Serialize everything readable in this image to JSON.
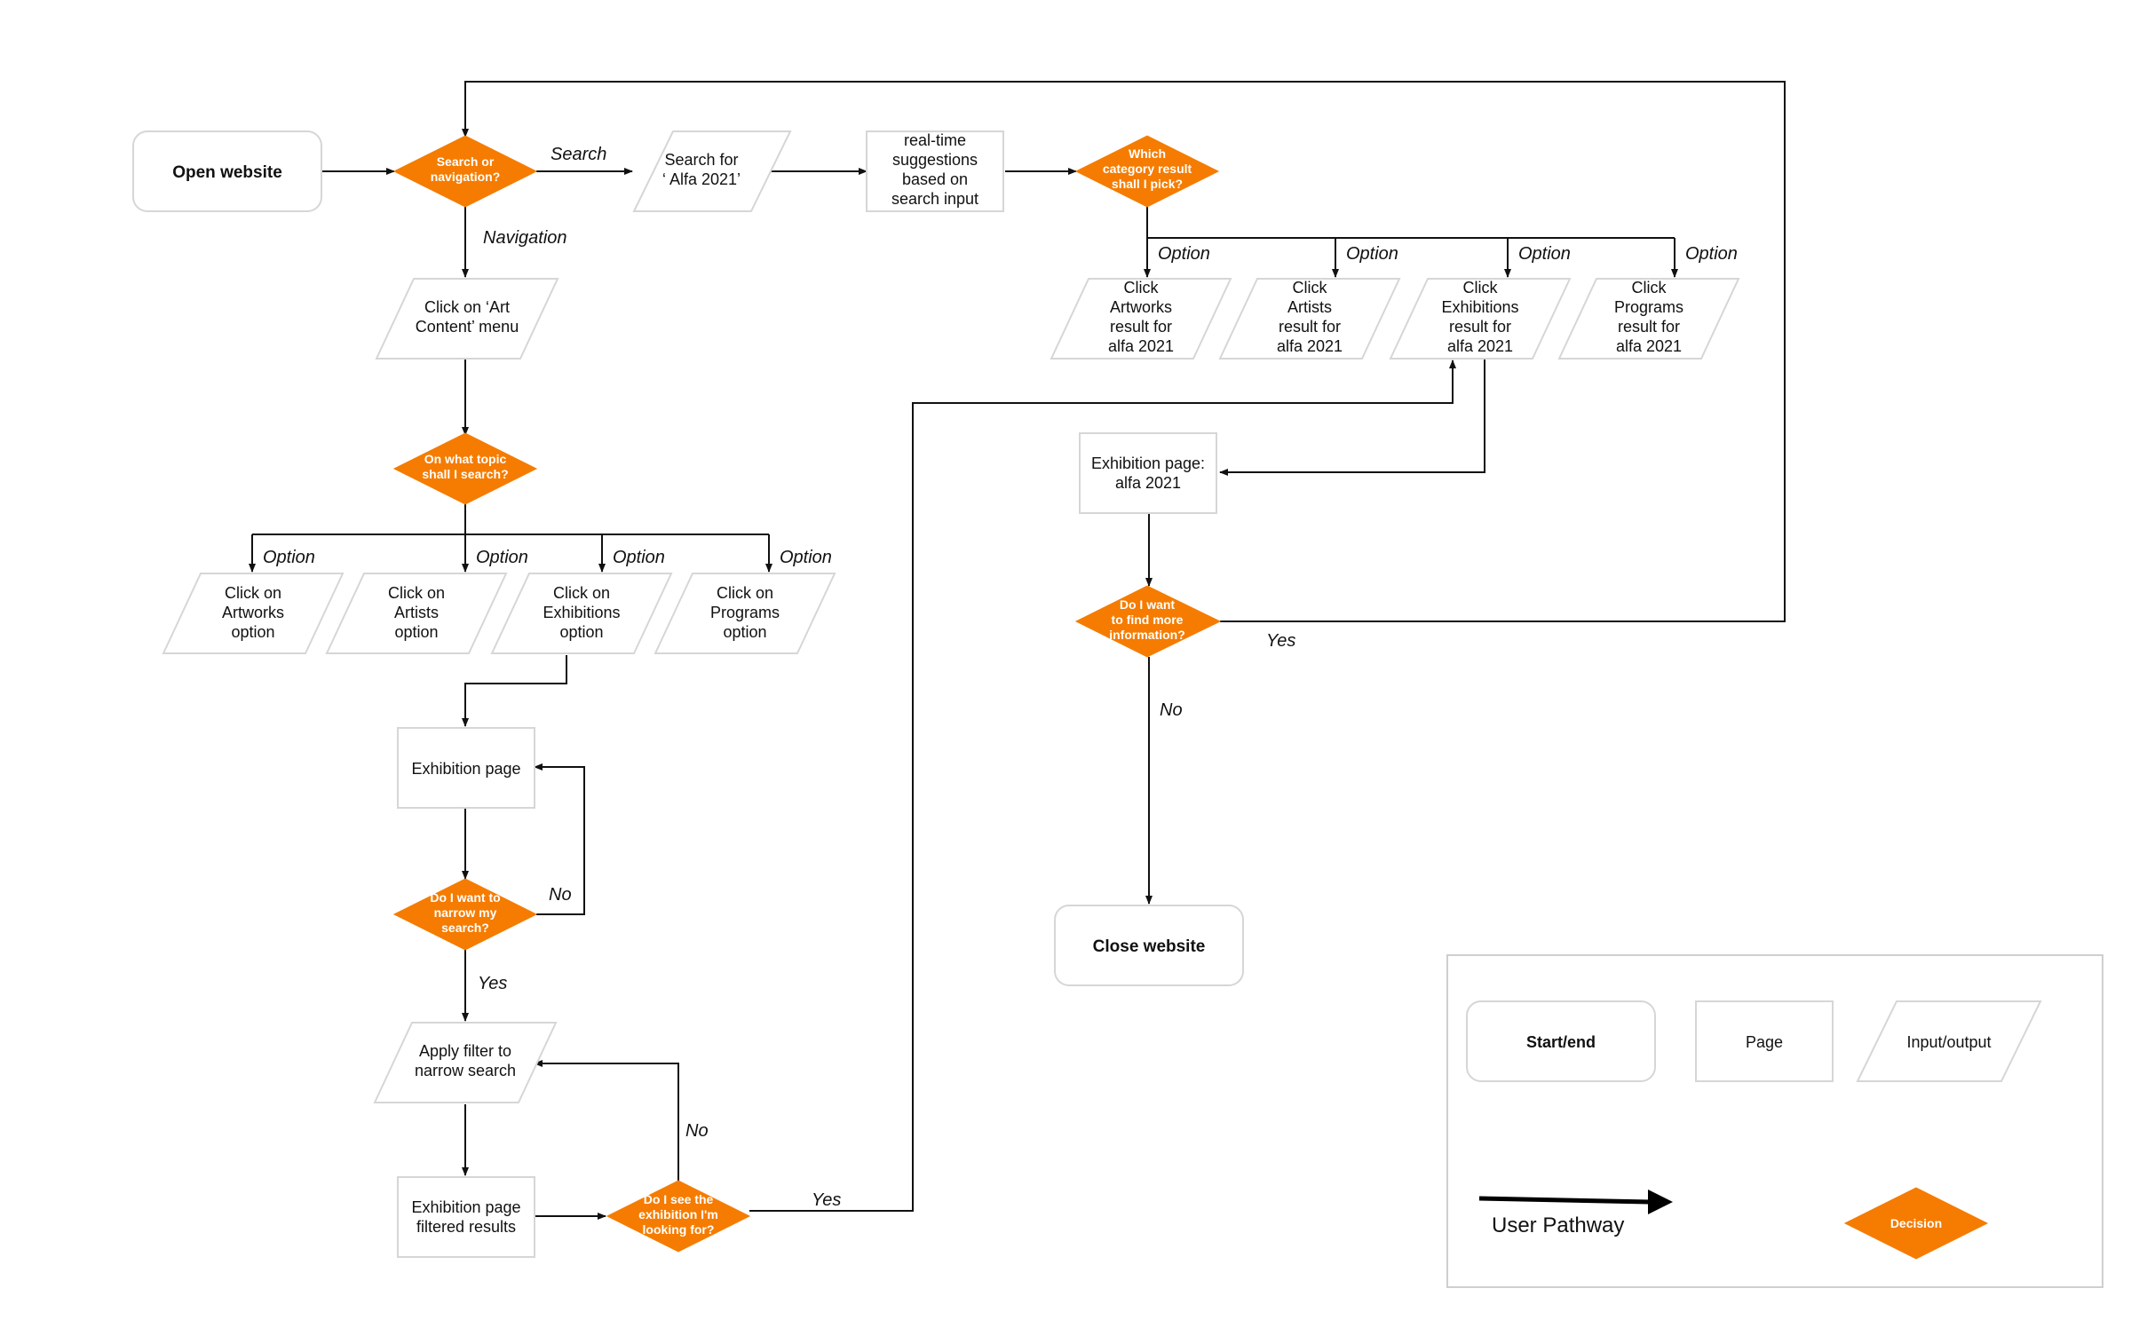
{
  "colors": {
    "decision": "#F57C00",
    "border": "#d6d6d6",
    "line": "#111111"
  },
  "terminals": {
    "open": "Open website",
    "close": "Close website"
  },
  "decisions": {
    "search_nav": [
      "Search or",
      "navigation?"
    ],
    "category": [
      "Which",
      "category result",
      "shall I pick?"
    ],
    "topic": [
      "On what topic",
      "shall I search?"
    ],
    "narrow": [
      "Do I want to",
      "narrow my",
      "search?"
    ],
    "see_exhibition": [
      "Do I see the",
      "exhibition I'm",
      "looking for?"
    ],
    "more_info": [
      "Do I want",
      "to find more",
      "information?"
    ]
  },
  "pages": {
    "suggestions": [
      "real-time",
      "suggestions",
      "based on",
      "search input"
    ],
    "exhibition_page": [
      "Exhibition page"
    ],
    "filtered": [
      "Exhibition page",
      "filtered results"
    ],
    "exhibition_alfa": [
      "Exhibition page:",
      "alfa 2021"
    ]
  },
  "inputs": {
    "search_alfa": [
      "Search for",
      "‘ Alfa 2021’"
    ],
    "art_content": [
      "Click on ‘Art",
      "Content’ menu"
    ],
    "opt_artworks": [
      "Click on",
      "Artworks",
      "option"
    ],
    "opt_artists": [
      "Click on",
      "Artists",
      "option"
    ],
    "opt_exhibitions": [
      "Click on",
      "Exhibitions",
      "option"
    ],
    "opt_programs": [
      "Click on",
      "Programs",
      "option"
    ],
    "apply_filter": [
      "Apply filter to",
      "narrow search"
    ],
    "res_artworks": [
      "Click",
      "Artworks",
      "result for",
      "alfa 2021"
    ],
    "res_artists": [
      "Click",
      "Artists",
      "result for",
      "alfa 2021"
    ],
    "res_exhibitions": [
      "Click",
      "Exhibitions",
      "result for",
      "alfa 2021"
    ],
    "res_programs": [
      "Click",
      "Programs",
      "result for",
      "alfa 2021"
    ]
  },
  "edge_labels": {
    "search": "Search",
    "navigation": "Navigation",
    "option": "Option",
    "yes": "Yes",
    "no": "No"
  },
  "legend": {
    "start_end": "Start/end",
    "page": "Page",
    "input_output": "Input/output",
    "user_pathway": "User Pathway",
    "decision": "Decision"
  }
}
